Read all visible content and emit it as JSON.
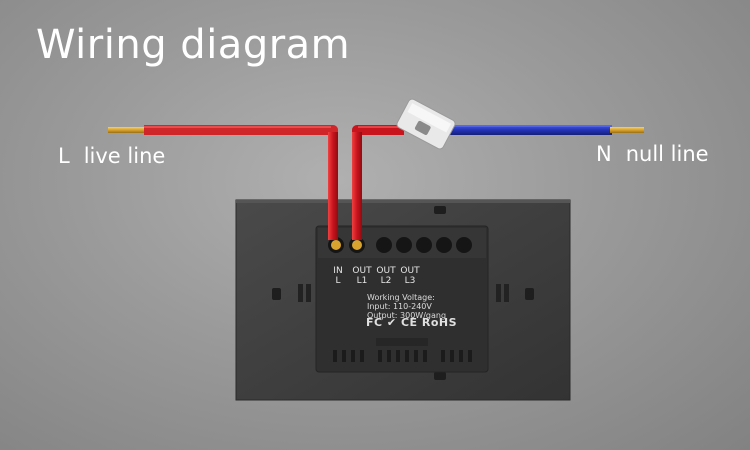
{
  "title": "Wiring diagram",
  "live": {
    "code": "L",
    "name": "live line"
  },
  "null": {
    "code": "N",
    "name": "null line"
  },
  "terminals": [
    {
      "top": "IN",
      "bottom": "L"
    },
    {
      "top": "OUT",
      "bottom": "L1"
    },
    {
      "top": "OUT",
      "bottom": "L2"
    },
    {
      "top": "OUT",
      "bottom": "L3"
    }
  ],
  "specs": {
    "line1": "Working Voltage:",
    "line2": "Input: 110-240V",
    "line3": "Output: 300W/gang"
  },
  "certifications": "FC ✔ CE RoHS",
  "colors": {
    "live_wire": "#d01a22",
    "null_wire": "#2233b8",
    "copper": "#d9a330",
    "switch_body": "#3e3e3e"
  }
}
